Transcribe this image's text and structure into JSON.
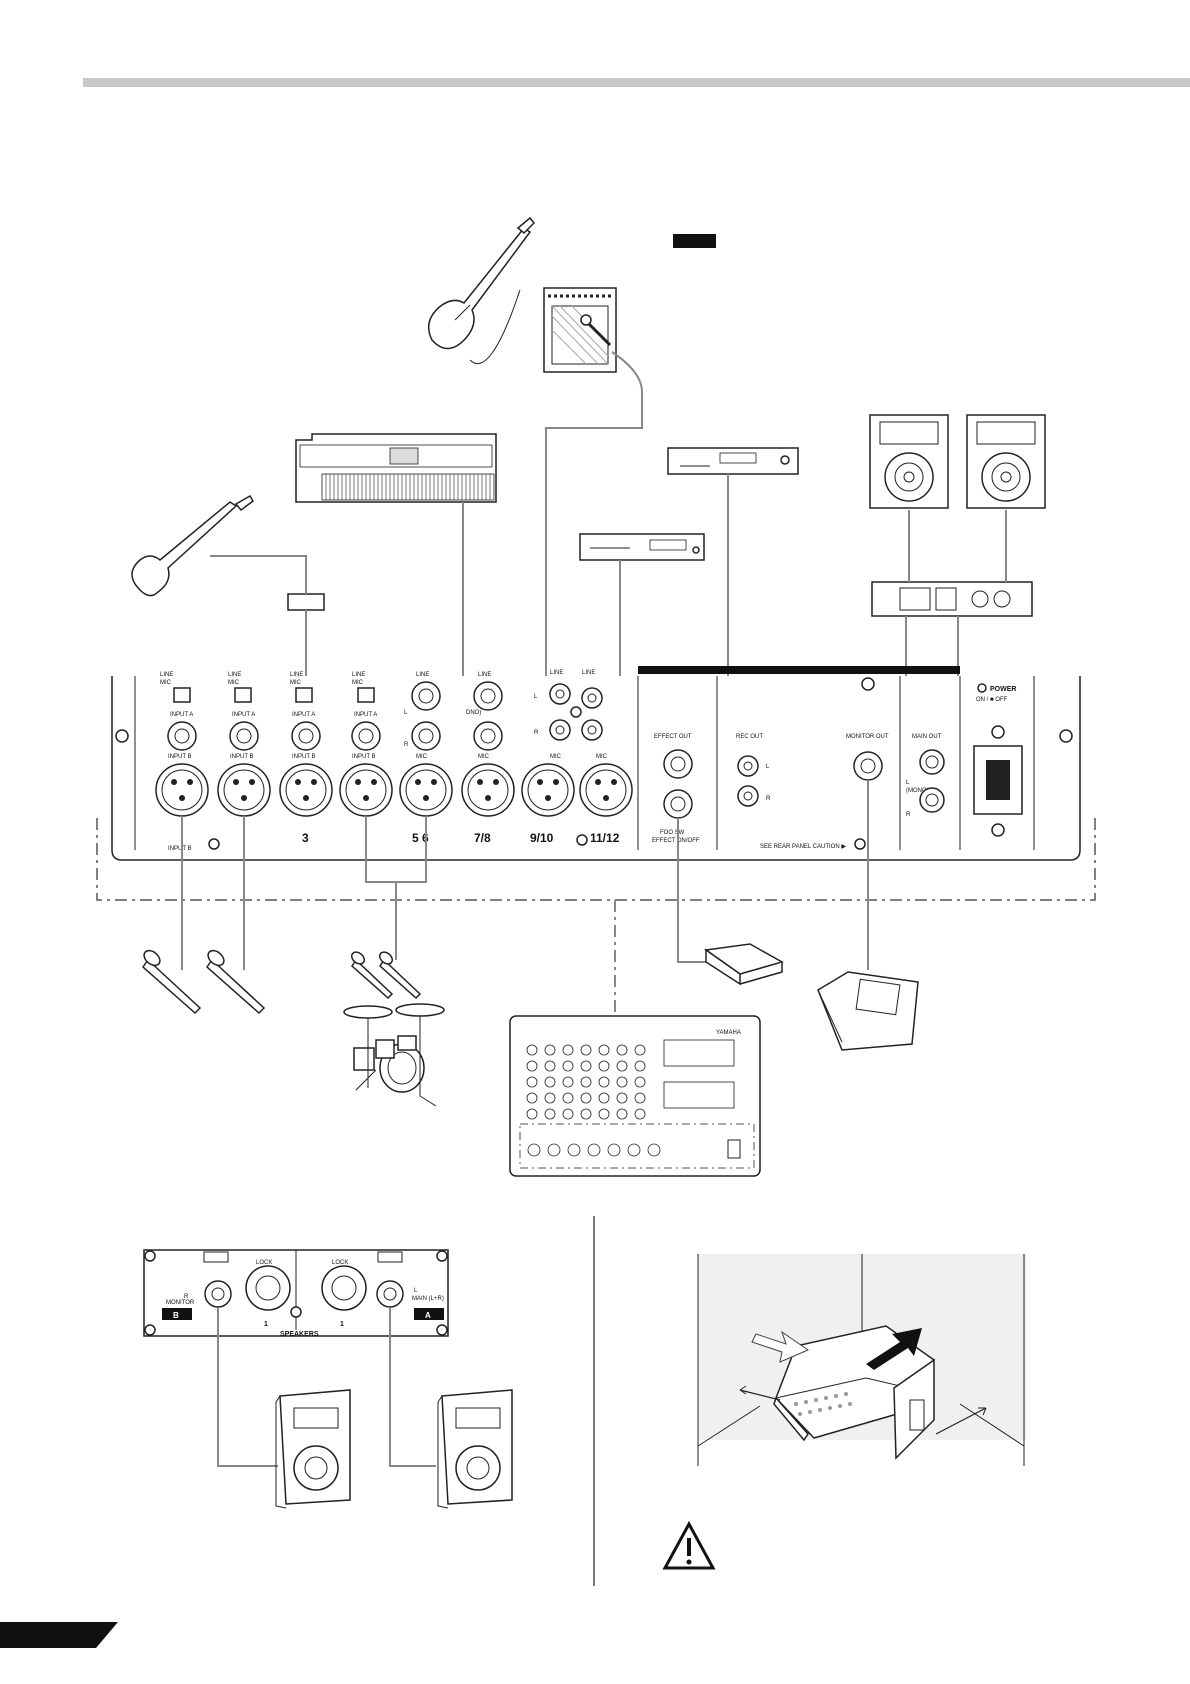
{
  "labels": {
    "line": "LINE",
    "mic_short": "MIC",
    "input_a": "INPUT A",
    "input_b": "INPUT B",
    "line_big": "LINE",
    "mic_big": "MIC",
    "mono_l": "L\n(MONO)",
    "dno": "DNO)",
    "l": "L",
    "r": "R",
    "ch3": "3",
    "ch56": "5 6",
    "ch78": "7/8",
    "ch910": "9/10",
    "ch1112": "11/12",
    "effect_out": "EFFECT OUT",
    "rec_out": "REC OUT",
    "monitor_out": "MONITOR OUT",
    "main_out": "MAIN OUT",
    "main_out_mono": "(MONO)",
    "power": "POWER",
    "power_on_off": "ON / ■ OFF",
    "foot_sw": "FOO   SW",
    "effect_on_off": "EFFECT  ON/OFF",
    "see_rear": "SEE REAR PANEL CAUTION ▶",
    "yamaha": "YAMAHA",
    "monitor_b": "MONITOR",
    "b": "B",
    "a": "A",
    "main_lr": "MAIN (L+R)",
    "lock": "LOCK",
    "one": "1",
    "speakers": "SPEAKERS"
  },
  "icons": {
    "caution": "warning-triangle-icon"
  }
}
